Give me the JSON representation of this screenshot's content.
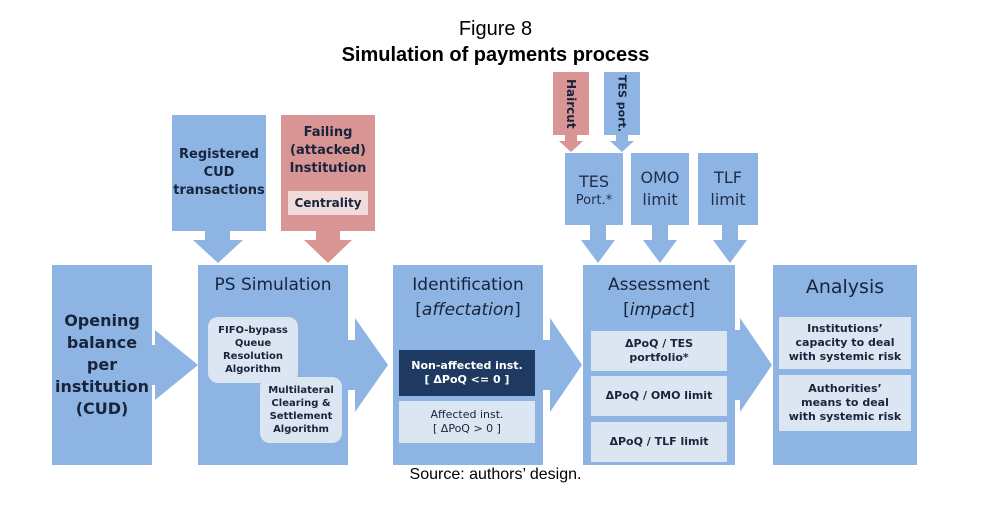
{
  "figure": {
    "number_label": "Figure 8",
    "title": "Simulation of payments process",
    "source": "Source: authors’ design."
  },
  "colors": {
    "blue": "#8eb4e3",
    "red": "#d99594",
    "light_box": "#dce6f2",
    "dark_box": "#1f3a60",
    "centrality_box": "#f2dcdb"
  },
  "inputs": {
    "registered": "Registered CUD transactions",
    "failing": "Failing (attacked) Institution",
    "centrality": "Centrality",
    "haircut": "Haircut",
    "tes_port_input": "TES port.",
    "tes_port": "TES",
    "tes_port_sub": "Port.*",
    "omo_top": "OMO",
    "omo_bottom": "limit",
    "tlf_top": "TLF",
    "tlf_bottom": "limit"
  },
  "stages": {
    "opening": "Opening balance per institution (CUD)",
    "ps_simulation": {
      "title": "PS Simulation",
      "item1": "FIFO-bypass Queue Resolution Algorithm",
      "item2": "Multilateral Clearing & Settlement Algorithm"
    },
    "identification": {
      "title": "Identification",
      "subtitle": "affectation",
      "non_affected_label": "Non-affected inst.",
      "non_affected_cond": "[ ΔPoQ <= 0 ]",
      "affected_label": "Affected inst.",
      "affected_cond": "[ ΔPoQ > 0 ]"
    },
    "assessment": {
      "title": "Assessment",
      "subtitle": "impact",
      "item1": "ΔPoQ / TES portfolio*",
      "item2": "ΔPoQ / OMO limit",
      "item3": "ΔPoQ / TLF limit"
    },
    "analysis": {
      "title": "Analysis",
      "item1": "Institutions’ capacity to deal with systemic risk",
      "item2": "Authorities’ means to deal with systemic risk"
    }
  }
}
